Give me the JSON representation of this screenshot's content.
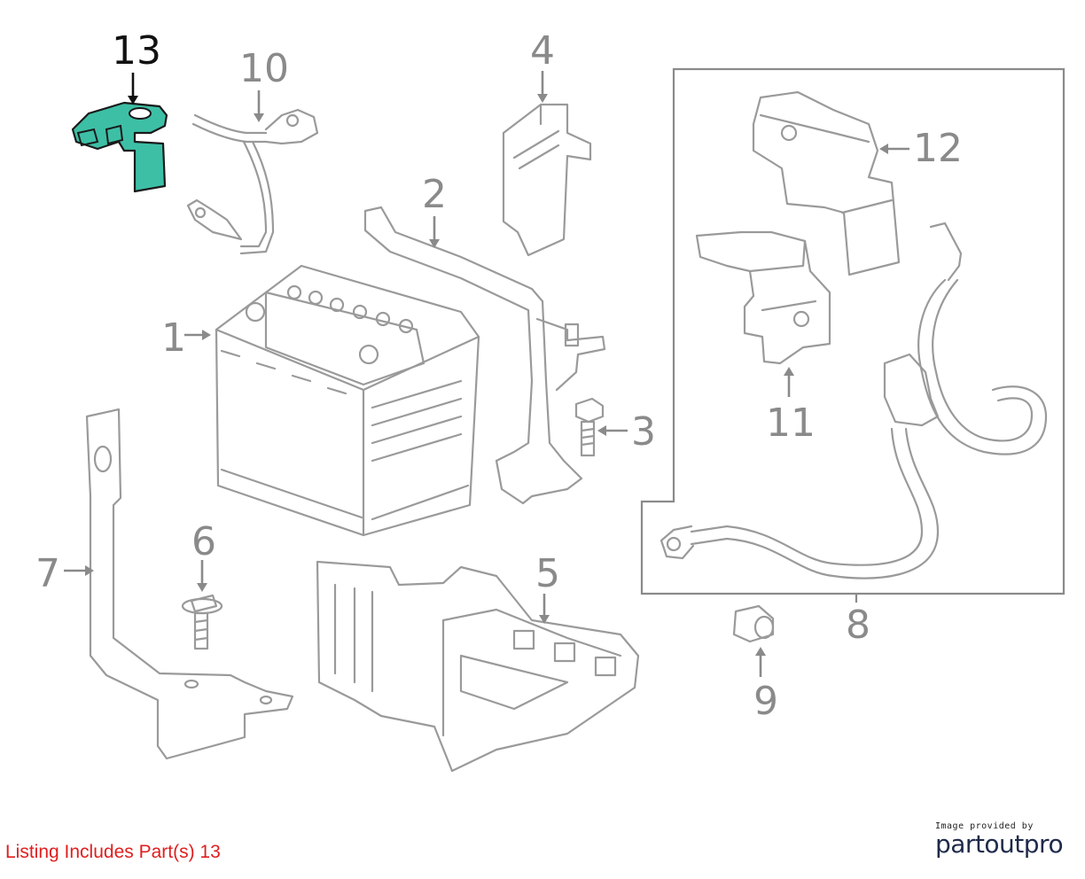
{
  "diagram": {
    "callouts": [
      {
        "id": "1",
        "text": "1",
        "highlight": false
      },
      {
        "id": "2",
        "text": "2",
        "highlight": false
      },
      {
        "id": "3",
        "text": "3",
        "highlight": false
      },
      {
        "id": "4",
        "text": "4",
        "highlight": false
      },
      {
        "id": "5",
        "text": "5",
        "highlight": false
      },
      {
        "id": "6",
        "text": "6",
        "highlight": false
      },
      {
        "id": "7",
        "text": "7",
        "highlight": false
      },
      {
        "id": "8",
        "text": "8",
        "highlight": false
      },
      {
        "id": "9",
        "text": "9",
        "highlight": false
      },
      {
        "id": "10",
        "text": "10",
        "highlight": false
      },
      {
        "id": "11",
        "text": "11",
        "highlight": false
      },
      {
        "id": "12",
        "text": "12",
        "highlight": false
      },
      {
        "id": "13",
        "text": "13",
        "highlight": true
      }
    ],
    "highlight_color": "#3dbfa6"
  },
  "footer": {
    "listing_note": "Listing Includes Part(s)  13",
    "note_color": "#e01f1f",
    "credit_small": "Image provided by",
    "brand_part1": "partout",
    "brand_part2": "pro"
  }
}
